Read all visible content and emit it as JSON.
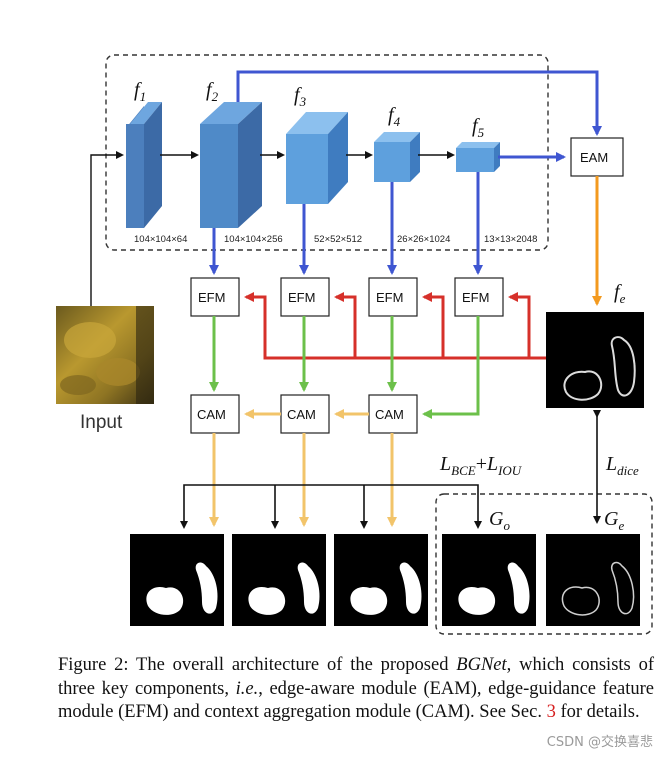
{
  "feature_maps": [
    {
      "name": "f",
      "sub": "1",
      "dims": "104×104×64"
    },
    {
      "name": "f",
      "sub": "2",
      "dims": "104×104×256"
    },
    {
      "name": "f",
      "sub": "3",
      "dims": "52×52×512"
    },
    {
      "name": "f",
      "sub": "4",
      "dims": "26×26×1024"
    },
    {
      "name": "f",
      "sub": "5",
      "dims": "13×13×2048"
    }
  ],
  "modules": {
    "eam": "EAM",
    "efm": "EFM",
    "cam": "CAM"
  },
  "edge_feature": {
    "name": "f",
    "sub": "e"
  },
  "input_label": "Input",
  "losses": {
    "bce_iou": {
      "main": "L",
      "sub": "BCE",
      "plus": "+",
      "main2": "L",
      "sub2": "IOU"
    },
    "dice": {
      "main": "L",
      "sub": "dice"
    }
  },
  "ground_truth": {
    "object": {
      "name": "G",
      "sub": "o"
    },
    "edge": {
      "name": "G",
      "sub": "e"
    }
  },
  "caption": {
    "part1": "Figure 2: The overall architecture of the proposed ",
    "net": "BGNet",
    "part2": ", which consists of three key components, ",
    "ie": "i.e.",
    "part3": ", edge-aware module (EAM), edge-guidance feature module (EFM) and context aggregation module (CAM). See Sec. ",
    "ref": "3",
    "part4": " for details."
  },
  "watermark": "CSDN @交换喜悲",
  "colors": {
    "blue_arrow": "#3f56d1",
    "red_arrow": "#d6302a",
    "green_arrow": "#6cc04a",
    "orange_arrow": "#f39a1f",
    "yellow_arrow": "#f2c46a",
    "cube_front_dark": "#4c7fbd",
    "cube_front_light": "#5ea0dd"
  }
}
